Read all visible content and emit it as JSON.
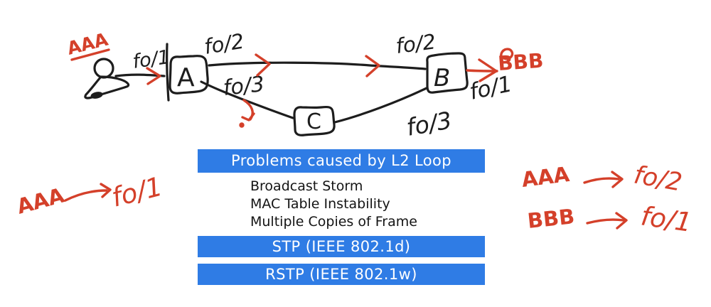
{
  "colors": {
    "banner_blue": "#2f7ce5",
    "ink_black": "#1d1d1d",
    "marker_red": "#d4402a",
    "banner_text": "#ffffff"
  },
  "diagram": {
    "source_host_label": "AAA",
    "dest_host_label": "BBB",
    "switch_a_label": "A",
    "switch_b_label": "B",
    "switch_c_label": "C",
    "port_host_to_a": "fo/1",
    "port_a_to_b": "fo/2",
    "port_a_to_c": "fo/3",
    "port_b_from_a": "fo/2",
    "port_b_from_c": "fo/3",
    "port_b_out": "fo/1"
  },
  "notes_left": {
    "host": "AAA",
    "port": "fo/1"
  },
  "notes_right": {
    "row1_host": "AAA",
    "row1_port": "fo/2",
    "row2_host": "BBB",
    "row2_port": "fo/1"
  },
  "panel": {
    "title": "Problems caused by L2 Loop",
    "problems": [
      "Broadcast Storm",
      "MAC Table Instability",
      "Multiple Copies of Frame"
    ],
    "stp_label": "STP (IEEE 802.1d)",
    "rstp_label": "RSTP (IEEE 802.1w)"
  }
}
